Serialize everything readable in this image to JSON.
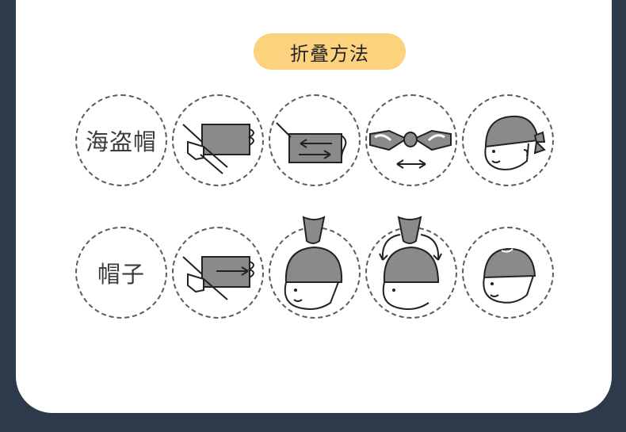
{
  "title": "折叠方法",
  "rows": [
    {
      "label": "海盗帽",
      "steps": [
        "fold-cloth",
        "tie-cloth",
        "twist-knot",
        "pirate-hat-head"
      ]
    },
    {
      "label": "帽子",
      "steps": [
        "fold-cloth",
        "twisted-top-head",
        "twist-arrows-head",
        "beanie-head"
      ]
    }
  ],
  "colors": {
    "background": "#2c3a4c",
    "card": "#ffffff",
    "title_pill": "#fcd27e",
    "cloth": "#8a8a8a"
  }
}
